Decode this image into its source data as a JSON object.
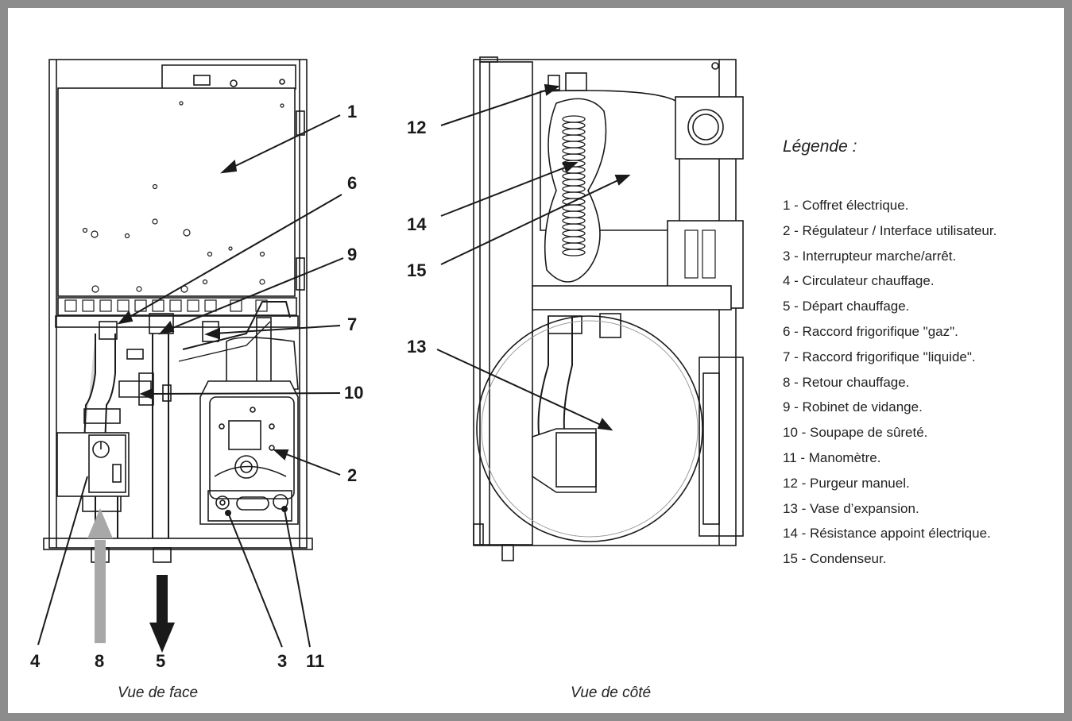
{
  "callouts": {
    "c1": "1",
    "c2": "2",
    "c3": "3",
    "c4": "4",
    "c5": "5",
    "c6": "6",
    "c7": "7",
    "c8": "8",
    "c9": "9",
    "c10": "10",
    "c11": "11",
    "c12": "12",
    "c13": "13",
    "c14": "14",
    "c15": "15"
  },
  "captions": {
    "front": "Vue de face",
    "side": "Vue de côté"
  },
  "legend": {
    "title": "Légende :",
    "items": [
      "1 - Coffret électrique.",
      "2 - Régulateur / Interface utilisateur.",
      "3 - Interrupteur marche/arrêt.",
      "4 - Circulateur chauffage.",
      "5 - Départ chauffage.",
      "6 - Raccord frigorifique \"gaz\".",
      "7 - Raccord frigorifique \"liquide\".",
      "8 - Retour chauffage.",
      "9 - Robinet de vidange.",
      "10 - Soupape de sûreté.",
      "11 - Manomètre.",
      "12 - Purgeur manuel.",
      "13 - Vase d’expansion.",
      "14 - Résistance appoint électrique.",
      "15 - Condenseur."
    ]
  },
  "colors": {
    "frame": "#8c8c8c",
    "line": "#1a1a1a",
    "return_arrow": "#a8a8a8",
    "flow_arrow": "#1a1a1a",
    "pipe": "#d6d6d6"
  }
}
